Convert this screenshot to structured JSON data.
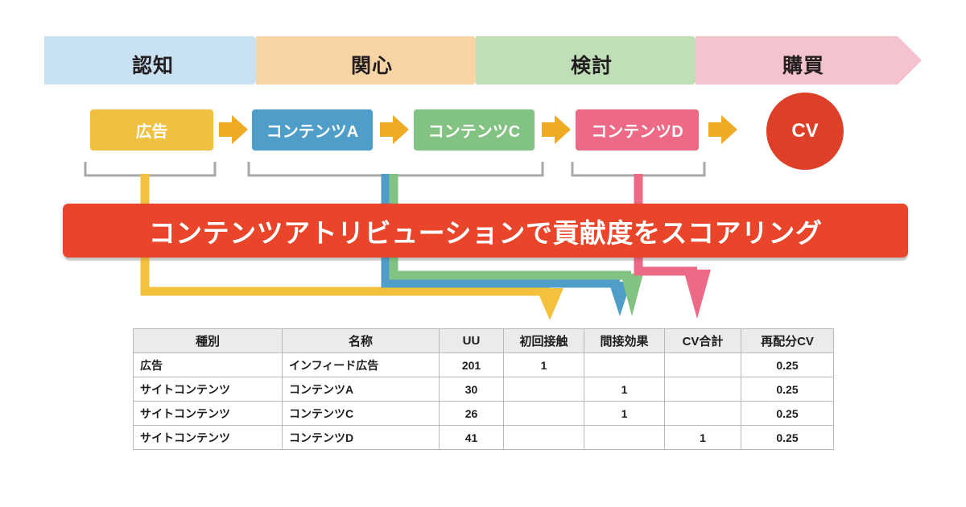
{
  "funnel": {
    "stages": [
      {
        "label": "認知",
        "color": "#c8e2f4"
      },
      {
        "label": "関心",
        "color": "#f9d4a4"
      },
      {
        "label": "検討",
        "color": "#bfe0b7"
      },
      {
        "label": "購買",
        "color": "#f5c3cd"
      }
    ]
  },
  "flow": {
    "nodes": [
      {
        "label": "広告",
        "color": "#f0c040"
      },
      {
        "label": "コンテンツA",
        "color": "#4f9dc9"
      },
      {
        "label": "コンテンツC",
        "color": "#82c282"
      },
      {
        "label": "コンテンツD",
        "color": "#ec6a85"
      }
    ],
    "conversion": {
      "label": "CV",
      "color": "#dd3f28"
    },
    "connector_icon": "right-arrow-icon",
    "connector_color": "#f0ab25"
  },
  "banner": {
    "text": "コンテンツアトリビューションで貢献度をスコアリング",
    "color": "#e8452a"
  },
  "attribution_arrows": [
    {
      "name": "ad-attribution-arrow",
      "color": "#f4c13d",
      "target_column": "初回接触"
    },
    {
      "name": "contentA-attribution-arrow",
      "color": "#4f9dc9",
      "target_column": "間接効果"
    },
    {
      "name": "contentC-attribution-arrow",
      "color": "#82c282",
      "target_column": "間接効果"
    },
    {
      "name": "contentD-attribution-arrow",
      "color": "#ec6a85",
      "target_column": "CV合計"
    }
  ],
  "table": {
    "columns": [
      "種別",
      "名称",
      "UU",
      "初回接触",
      "間接効果",
      "CV合計",
      "再配分CV"
    ],
    "rows": [
      {
        "cells": [
          "広告",
          "インフィード広告",
          "201",
          "1",
          "",
          "",
          "0.25"
        ]
      },
      {
        "cells": [
          "サイトコンテンツ",
          "コンテンツA",
          "30",
          "",
          "1",
          "",
          "0.25"
        ]
      },
      {
        "cells": [
          "サイトコンテンツ",
          "コンテンツC",
          "26",
          "",
          "1",
          "",
          "0.25"
        ]
      },
      {
        "cells": [
          "サイトコンテンツ",
          "コンテンツD",
          "41",
          "",
          "",
          "1",
          "0.25"
        ]
      }
    ]
  }
}
